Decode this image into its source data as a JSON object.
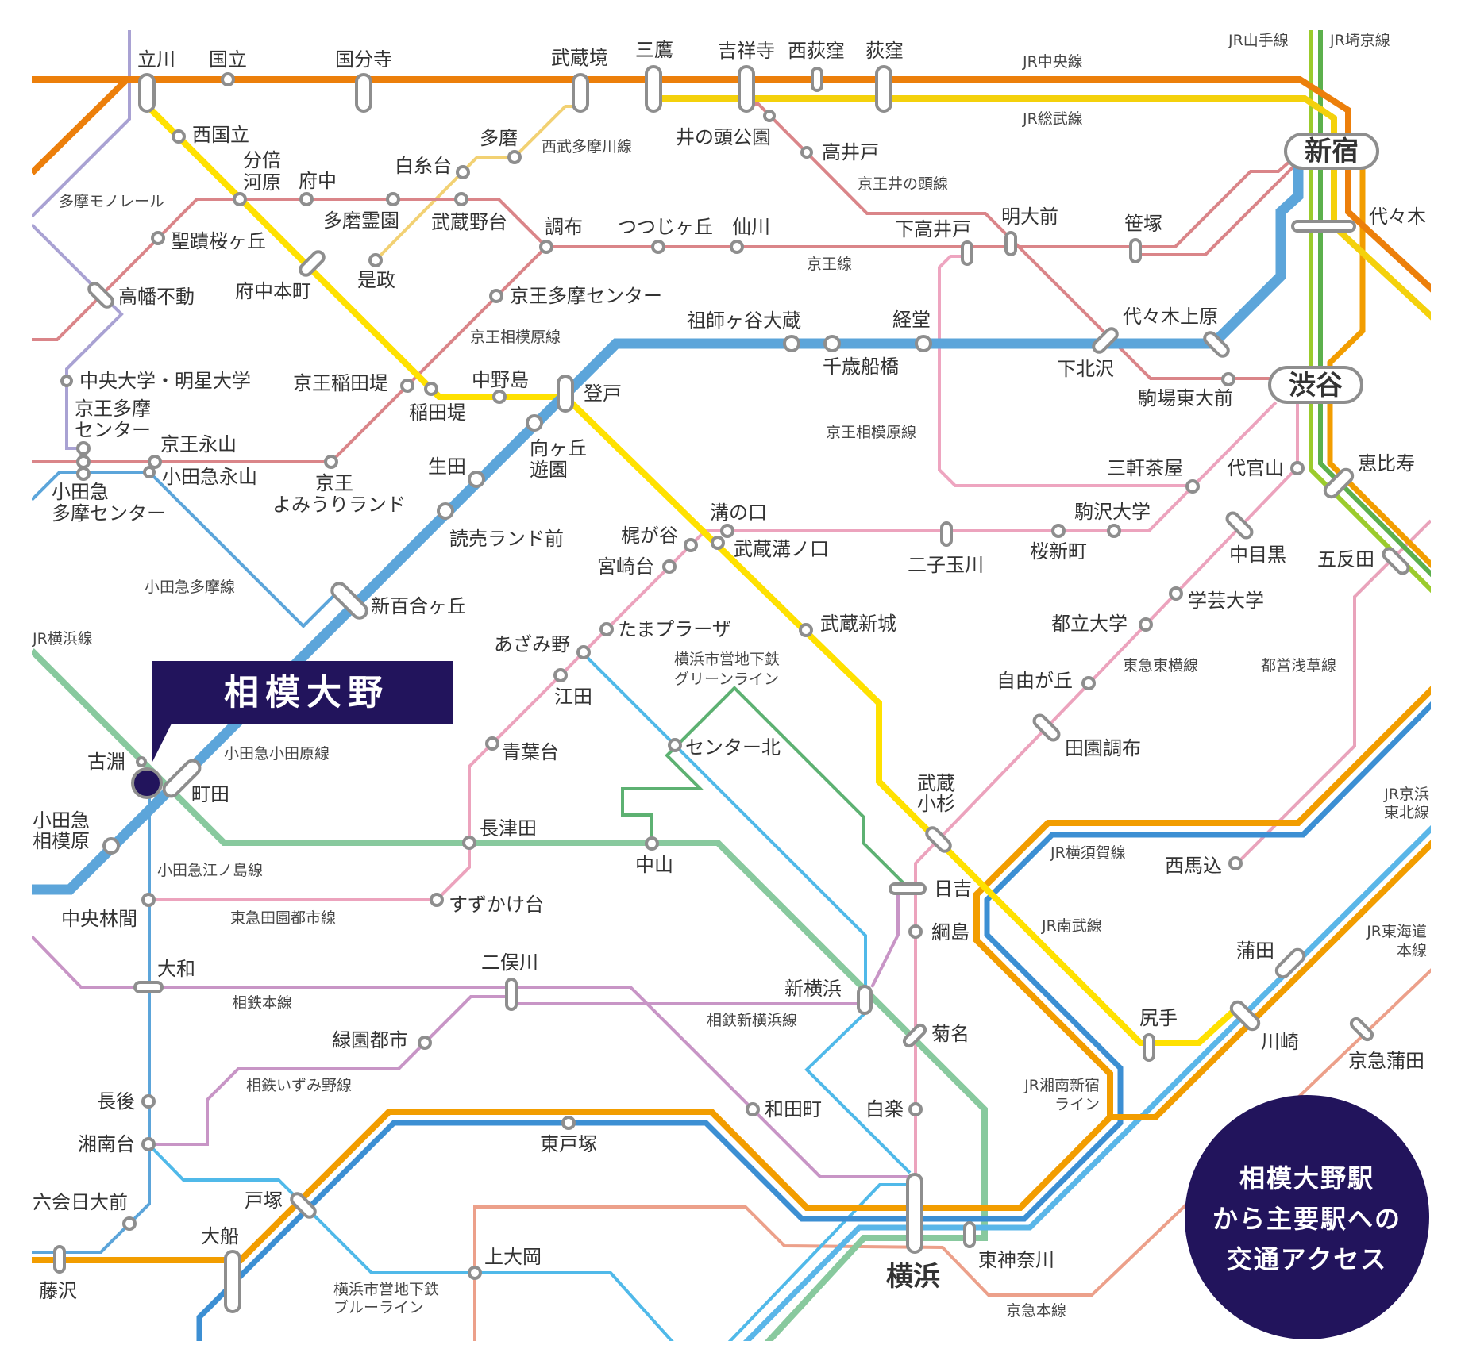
{
  "theme": {
    "navy": "#22145c",
    "marker_stroke": "#8e8e8e",
    "text": "#333333"
  },
  "callout": {
    "station": "相模大野"
  },
  "access_badge": {
    "lines": [
      "相模大野駅",
      "から主要駅への",
      "交通アクセス"
    ]
  },
  "lines": {
    "jr_chuo": {
      "label": "JR中央線",
      "color": "#ec7f0b"
    },
    "jr_sobu": {
      "label": "JR総武線",
      "color": "#f4d10c"
    },
    "jr_yamanote": {
      "label": "JR山手線",
      "color": "#9bcb2c"
    },
    "jr_saikyo": {
      "label": "JR埼京線",
      "color": "#5cb04c"
    },
    "jr_shonan_shinjuku": {
      "label": [
        "JR湘南新宿",
        "ライン"
      ],
      "color": "#f29d00"
    },
    "jr_tokaido": {
      "label": [
        "JR東海道",
        "本線"
      ],
      "color": "#f29d00"
    },
    "jr_yokosuka": {
      "label": "JR横須賀線",
      "color": "#3c8fd3"
    },
    "jr_keihin_tohoku": {
      "label": [
        "JR京浜",
        "東北線"
      ],
      "color": "#5ab6e8"
    },
    "jr_yokohama": {
      "label": "JR横浜線",
      "color": "#88c99e"
    },
    "jr_nambu": {
      "label": "JR南武線",
      "color": "#ffe100"
    },
    "keio": {
      "label": "京王線",
      "color": "#da8589"
    },
    "keio_new": {
      "color": "#da8589"
    },
    "keio_inokashira": {
      "label": "京王井の頭線",
      "color": "#da8589"
    },
    "keio_sagamihara": {
      "label": "京王相模原線",
      "color": "#da8589"
    },
    "tokyu_setagaya": {
      "label": "京王相模原線",
      "color": "#eea5c0"
    },
    "seibu_tamagawa": {
      "label": "西武多摩川線",
      "color": "#f2d173"
    },
    "tama_monorail": {
      "label": "多摩モノレール",
      "color": "#a9a2d3"
    },
    "odakyu_odawara": {
      "label": "小田急小田原線",
      "color": "#5ca5da"
    },
    "odakyu_tama": {
      "label": "小田急多摩線",
      "color": "#5ca5da"
    },
    "odakyu_enoshima": {
      "label": "小田急江ノ島線",
      "color": "#5ca5da"
    },
    "tokyu_toyoko": {
      "label": "東急東横線",
      "color": "#eca3bd"
    },
    "tokyu_denentoshi": {
      "label": "東急田園都市線",
      "color": "#eca3bd"
    },
    "tokyu_shin_yokohama": {
      "color": "#c895c6"
    },
    "toei_asakusa": {
      "label": "都営浅草線",
      "color": "#e9a3bb"
    },
    "keikyu": {
      "label": "京急本線",
      "color": "#eca08a"
    },
    "sotetsu_main": {
      "label": "相鉄本線",
      "color": "#c895c6"
    },
    "sotetsu_izumino": {
      "label": "相鉄いずみ野線",
      "color": "#c895c6"
    },
    "sotetsu_shin_yokohama": {
      "label": "相鉄新横浜線",
      "color": "#c895c6"
    },
    "blue_line": {
      "label": [
        "横浜市営地下鉄",
        "ブルーライン"
      ],
      "color": "#50b9e9"
    },
    "green_line": {
      "label": [
        "横浜市営地下鉄",
        "グリーンライン"
      ],
      "color": "#5db172"
    }
  },
  "stations": {
    "tachikawa": "立川",
    "kunitachi": "国立",
    "kokubunji": "国分寺",
    "musashisakai": "武蔵境",
    "mitaka": "三鷹",
    "kichijoji": "吉祥寺",
    "nishiogikubo": "西荻窪",
    "ogikubo": "荻窪",
    "nishikunitachi": "西国立",
    "bubaigawara": [
      "分倍",
      "河原"
    ],
    "fuchu": "府中",
    "tamareien": "多磨霊園",
    "musashinodai": "武蔵野台",
    "shiraitodai": "白糸台",
    "tama": "多磨",
    "koremasa": "是政",
    "seisekisakuragaoka": "聖蹟桜ヶ丘",
    "takahatafudo": "高幡不動",
    "fuchuhommachi": "府中本町",
    "inokashirakoen": "井の頭公園",
    "takaido": "高井戸",
    "chofu": "調布",
    "tsutsujigaoka": "つつじヶ丘",
    "sengawa": "仙川",
    "shimotakaido": "下高井戸",
    "meidaimae": "明大前",
    "sasazuka": "笹塚",
    "shinjuku": "新宿",
    "yoyogi": "代々木",
    "keio_tama_center_upper": "京王多摩センター",
    "soshigaya_okura": "祖師ヶ谷大蔵",
    "chitose_funabashi": "千歳船橋",
    "kyodo": "経堂",
    "yoyogi_uehara": "代々木上原",
    "shimokitazawa": "下北沢",
    "komaba_todaimae": "駒場東大前",
    "shibuya": "渋谷",
    "chuo_meisei_univ": "中央大学・明星大学",
    "keio_inadazutsumi": "京王稲田堤",
    "inadazutsumi": "稲田堤",
    "nakanoshima": "中野島",
    "noborito": "登戸",
    "mukogaoka_yuen": [
      "向ヶ丘",
      "遊園"
    ],
    "keio_tama_center": [
      "京王多摩",
      "センター"
    ],
    "keio_nagayama": "京王永山",
    "odakyu_nagayama": "小田急永山",
    "odakyu_tama_center": [
      "小田急",
      "多摩センター"
    ],
    "keio_yomiuriland": [
      "京王",
      "よみうりランド"
    ],
    "ikuta": "生田",
    "yomiuriland_mae": "読売ランド前",
    "sangenjaya": "三軒茶屋",
    "daikanyama": "代官山",
    "ebisu": "恵比寿",
    "komazawa_daigaku": "駒沢大学",
    "sakurashimmachi": "桜新町",
    "futako_tamagawa": "二子玉川",
    "mizonokuchi": "溝の口",
    "kajigaya": "梶が谷",
    "musashi_mizonokuchi": "武蔵溝ノ口",
    "miyazakidai": "宮崎台",
    "nakameguro": "中目黒",
    "gotanda": "五反田",
    "gakugei_daigaku": "学芸大学",
    "toritsu_daigaku": "都立大学",
    "musashi_shinjo": "武蔵新城",
    "tama_plaza": "たまプラーザ",
    "azamino": "あざみ野",
    "jiyugaoka": "自由が丘",
    "eda": "江田",
    "shin_yurigaoka": "新百合ヶ丘",
    "denenchofu": "田園調布",
    "aobadai": "青葉台",
    "center_kita": "センター北",
    "kobuchi": "古淵",
    "machida": "町田",
    "musashi_kosugi": [
      "武蔵",
      "小杉"
    ],
    "odakyu_sagamihara": [
      "小田急",
      "相模原"
    ],
    "nagatsuta": "長津田",
    "nakayama": "中山",
    "nishi_magome": "西馬込",
    "hiyoshi": "日吉",
    "chuo_rinkan": "中央林間",
    "suzukakedai": "すずかけ台",
    "tsunashima": "綱島",
    "futamatagawa": "二俣川",
    "yamato": "大和",
    "shin_yokohama": "新横浜",
    "kamata": "蒲田",
    "shitte": "尻手",
    "kikuna": "菊名",
    "ryokuentoshi": "緑園都市",
    "kawasaki": "川崎",
    "keikyu_kamata": "京急蒲田",
    "chogo": "長後",
    "wadamachi": "和田町",
    "hakuraku": "白楽",
    "shonandai": "湘南台",
    "higashi_totsuka": "東戸塚",
    "totsuka": "戸塚",
    "mutsuai_nichidaimae": "六会日大前",
    "ofuna": "大船",
    "kami_ooka": "上大岡",
    "higashi_kanagawa": "東神奈川",
    "yokohama": "横浜",
    "fujisawa": "藤沢"
  }
}
